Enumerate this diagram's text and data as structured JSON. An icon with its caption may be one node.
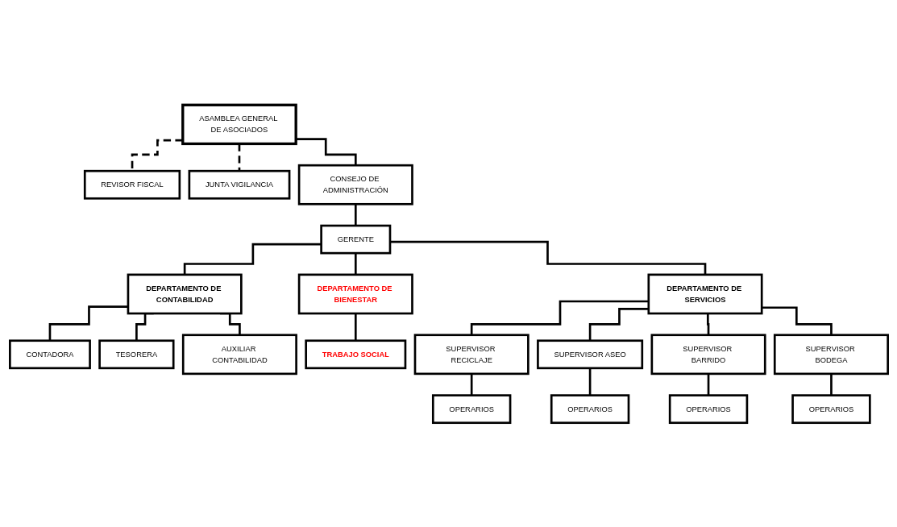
{
  "diagram": {
    "nodes": [
      {
        "text": [
          "ASAMBLEA GENERAL DE ASOCIADOS"
        ]
      },
      {
        "text": [
          "REVISOR FISCAL"
        ]
      },
      {
        "text": [
          "JUNTA VIGILANCIA"
        ]
      },
      {
        "text": [
          "CONSEJO DE ADMINISTRACIÓN"
        ]
      },
      {
        "text": [
          "GERENTE"
        ]
      },
      {
        "text": [
          "DEPARTAMENTO DE CONTABILIDAD"
        ]
      },
      {
        "text": [
          "DEPARTAMENTO DE BIENESTAR"
        ]
      },
      {
        "text": [
          "DEPARTAMENTO DE SERVICIOS"
        ]
      },
      {
        "text": [
          "CONTADORA"
        ]
      },
      {
        "text": [
          "TESORERA"
        ]
      },
      {
        "text": [
          "AUXILIAR CONTABILIDAD"
        ]
      },
      {
        "text": [
          "TRABAJO SOCIAL"
        ]
      },
      {
        "text": [
          "SUPERVISOR RECICLAJE"
        ]
      },
      {
        "text": [
          "SUPERVISOR ASEO"
        ]
      },
      {
        "text": [
          "SUPERVISOR BARRIDO"
        ]
      },
      {
        "text": [
          "SUPERVISOR BODEGA"
        ]
      },
      {
        "text": [
          "OPERARIOS"
        ]
      },
      {
        "text": [
          "OPERARIOS"
        ]
      },
      {
        "text": [
          "OPERARIOS"
        ]
      },
      {
        "text": [
          "OPERARIOS"
        ]
      }
    ],
    "edges": [
      {
        "from": 0,
        "to": 1,
        "arrow": "none",
        "style": "dashed"
      },
      {
        "from": 0,
        "to": 2,
        "arrow": "none",
        "style": "dashed"
      },
      {
        "from": 0,
        "to": 3,
        "arrow": "none"
      },
      {
        "from": 3,
        "to": 4,
        "arrow": "none"
      },
      {
        "from": 4,
        "to": 5,
        "arrow": "none"
      },
      {
        "from": 4,
        "to": 6,
        "arrow": "none"
      },
      {
        "from": 4,
        "to": 7,
        "arrow": "none"
      },
      {
        "from": 5,
        "to": 8,
        "arrow": "none"
      },
      {
        "from": 5,
        "to": 9,
        "arrow": "none"
      },
      {
        "from": 5,
        "to": 10,
        "arrow": "none"
      },
      {
        "from": 6,
        "to": 11,
        "arrow": "none"
      },
      {
        "from": 7,
        "to": 12,
        "arrow": "none"
      },
      {
        "from": 7,
        "to": 13,
        "arrow": "none"
      },
      {
        "from": 7,
        "to": 14,
        "arrow": "none"
      },
      {
        "from": 7,
        "to": 15,
        "arrow": "none"
      },
      {
        "from": 12,
        "to": 16,
        "arrow": "none"
      },
      {
        "from": 13,
        "to": 17,
        "arrow": "none"
      },
      {
        "from": 14,
        "to": 18,
        "arrow": "none"
      },
      {
        "from": 15,
        "to": 19,
        "arrow": "none"
      }
    ]
  }
}
